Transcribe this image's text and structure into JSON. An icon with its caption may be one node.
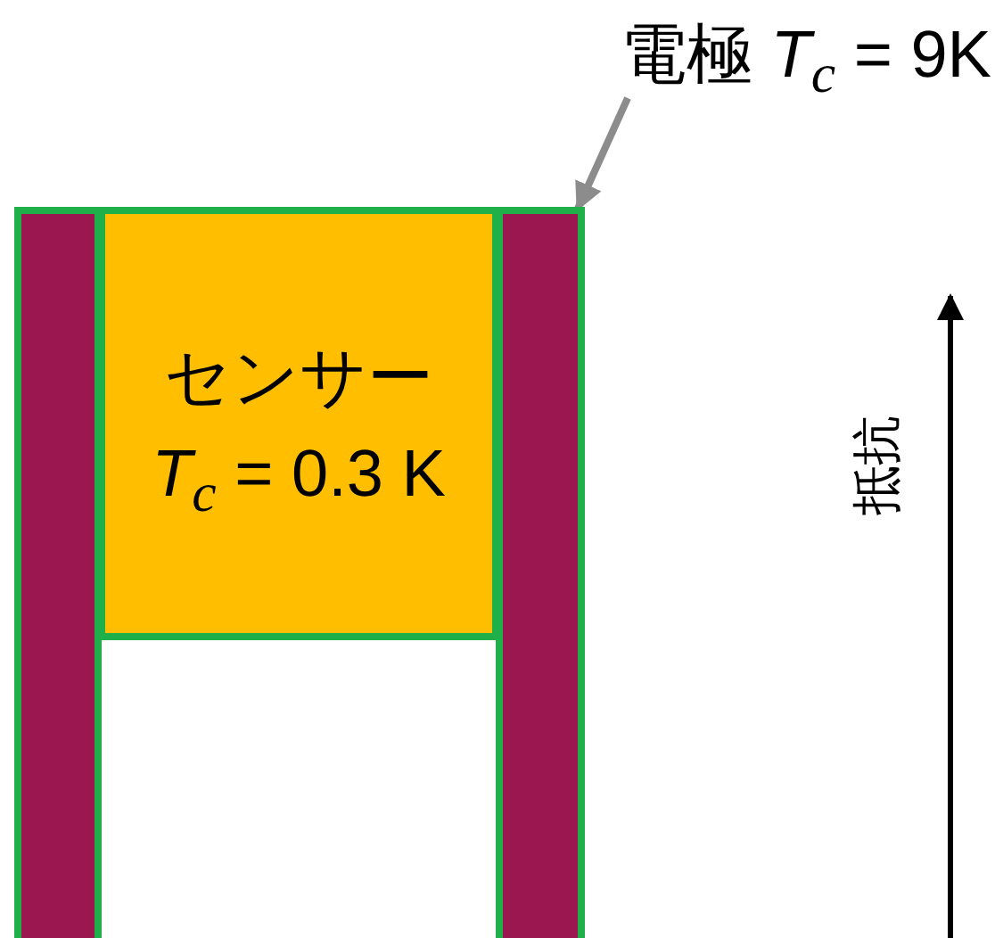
{
  "diagram": {
    "nodes": [
      {
        "text": [
          "センサー",
          "*T*$_{c}$ = 0.3 K"
        ]
      },
      {
        "text": [],
        "shape": "bar"
      },
      {
        "text": [],
        "shape": "bar"
      },
      {
        "text": [
          "電極 *T*$_{c}$ = 9K"
        ]
      }
    ],
    "edges": [
      {
        "from": 3,
        "to": 2,
        "arrow": "to"
      }
    ],
    "labels": [
      "抵抗"
    ]
  }
}
